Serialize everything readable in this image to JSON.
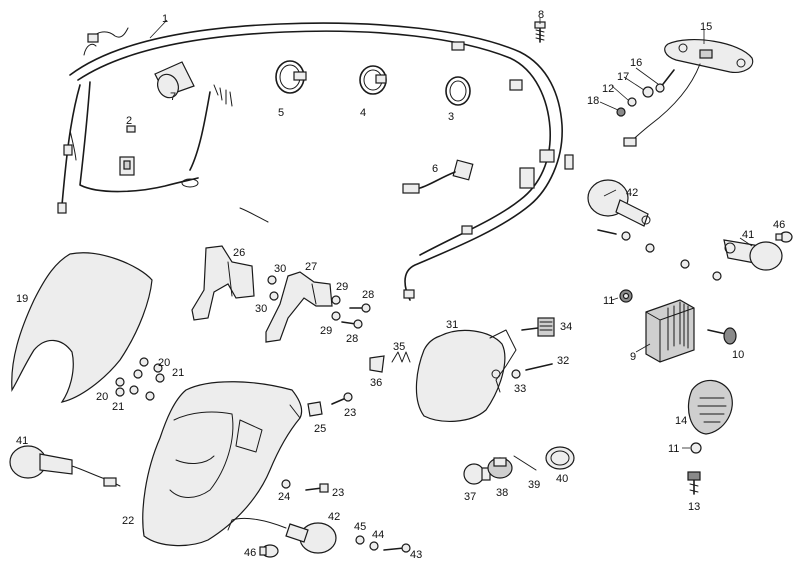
{
  "diagram": {
    "labels": [
      {
        "id": "l1",
        "text": "1"
      },
      {
        "id": "l2",
        "text": "2"
      },
      {
        "id": "l3",
        "text": "3"
      },
      {
        "id": "l4",
        "text": "4"
      },
      {
        "id": "l5",
        "text": "5"
      },
      {
        "id": "l6",
        "text": "6"
      },
      {
        "id": "l7",
        "text": "7"
      },
      {
        "id": "l8",
        "text": "8"
      },
      {
        "id": "l9",
        "text": "9"
      },
      {
        "id": "l10",
        "text": "10"
      },
      {
        "id": "l11a",
        "text": "11"
      },
      {
        "id": "l11b",
        "text": "11"
      },
      {
        "id": "l12",
        "text": "12"
      },
      {
        "id": "l13",
        "text": "13"
      },
      {
        "id": "l14",
        "text": "14"
      },
      {
        "id": "l15",
        "text": "15"
      },
      {
        "id": "l16",
        "text": "16"
      },
      {
        "id": "l17",
        "text": "17"
      },
      {
        "id": "l18",
        "text": "18"
      },
      {
        "id": "l19",
        "text": "19"
      },
      {
        "id": "l20a",
        "text": "20"
      },
      {
        "id": "l20b",
        "text": "20"
      },
      {
        "id": "l21a",
        "text": "21"
      },
      {
        "id": "l21b",
        "text": "21"
      },
      {
        "id": "l22",
        "text": "22"
      },
      {
        "id": "l23a",
        "text": "23"
      },
      {
        "id": "l23b",
        "text": "23"
      },
      {
        "id": "l24",
        "text": "24"
      },
      {
        "id": "l25",
        "text": "25"
      },
      {
        "id": "l26",
        "text": "26"
      },
      {
        "id": "l27",
        "text": "27"
      },
      {
        "id": "l28a",
        "text": "28"
      },
      {
        "id": "l28b",
        "text": "28"
      },
      {
        "id": "l29a",
        "text": "29"
      },
      {
        "id": "l29b",
        "text": "29"
      },
      {
        "id": "l30a",
        "text": "30"
      },
      {
        "id": "l30b",
        "text": "30"
      },
      {
        "id": "l31",
        "text": "31"
      },
      {
        "id": "l32",
        "text": "32"
      },
      {
        "id": "l33",
        "text": "33"
      },
      {
        "id": "l34",
        "text": "34"
      },
      {
        "id": "l35",
        "text": "35"
      },
      {
        "id": "l36",
        "text": "36"
      },
      {
        "id": "l37",
        "text": "37"
      },
      {
        "id": "l38",
        "text": "38"
      },
      {
        "id": "l39",
        "text": "39"
      },
      {
        "id": "l40",
        "text": "40"
      },
      {
        "id": "l41a",
        "text": "41"
      },
      {
        "id": "l41b",
        "text": "41"
      },
      {
        "id": "l42a",
        "text": "42"
      },
      {
        "id": "l42b",
        "text": "42"
      },
      {
        "id": "l43",
        "text": "43"
      },
      {
        "id": "l44",
        "text": "44"
      },
      {
        "id": "l45",
        "text": "45"
      },
      {
        "id": "l46a",
        "text": "46"
      },
      {
        "id": "l46b",
        "text": "46"
      }
    ]
  }
}
